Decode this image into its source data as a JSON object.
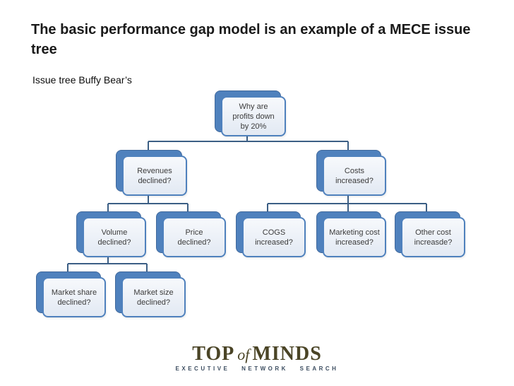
{
  "slide": {
    "title": "The basic performance gap model is an example of a MECE issue tree",
    "subtitle": "Issue tree Buffy Bear’s"
  },
  "tree": {
    "nodes": [
      {
        "id": "root",
        "label": "Why are\nprofits down\nby 20%"
      },
      {
        "id": "revenues",
        "label": "Revenues\ndeclined?"
      },
      {
        "id": "costs",
        "label": "Costs\nincreased?"
      },
      {
        "id": "volume",
        "label": "Volume\ndeclined?"
      },
      {
        "id": "price",
        "label": "Price\ndeclined?"
      },
      {
        "id": "cogs",
        "label": "COGS\nincreased?"
      },
      {
        "id": "marketing-cost",
        "label": "Marketing cost\nincreased?"
      },
      {
        "id": "other-cost",
        "label": "Other cost\nincreasde?"
      },
      {
        "id": "market-share",
        "label": "Market share\ndeclined?"
      },
      {
        "id": "market-size",
        "label": "Market size\ndeclined?"
      }
    ]
  },
  "logo": {
    "word1": "TOP",
    "word2": "of",
    "word3": "MINDS",
    "tagline": "EXECUTIVE NETWORK SEARCH"
  },
  "colors": {
    "accent_blue": "#4f81bd",
    "accent_blue_dark": "#41699c",
    "line": "#3c5f85",
    "box_fill_top": "#f7f9fc",
    "box_fill_bottom": "#e2e9f3",
    "text": "#3b3b3b",
    "title": "#1a1a1a",
    "logo_main": "#4a4426",
    "logo_tagline": "#3d4e61"
  }
}
